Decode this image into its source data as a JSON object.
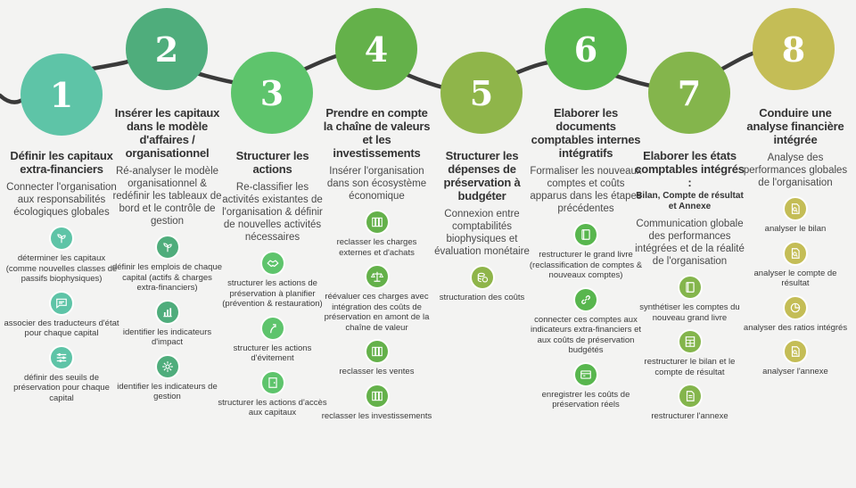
{
  "colors": {
    "wave": "#3a3a3a",
    "background": "#f3f3f2"
  },
  "steps": [
    {
      "number": "1",
      "color": "#5ec4a7",
      "title": "Définir les capitaux extra-financiers",
      "subtitle": "",
      "description": "Connecter l'organisation aux responsabilités écologiques globales",
      "items": [
        {
          "icon": "plant-icon",
          "label": "déterminer les capitaux (comme nouvelles classes de passifs biophysiques)"
        },
        {
          "icon": "chat-icon",
          "label": "associer des traducteurs d'état pour chaque capital"
        },
        {
          "icon": "sliders-icon",
          "label": "définir des seuils de préservation pour chaque capital"
        }
      ]
    },
    {
      "number": "2",
      "color": "#4fad7c",
      "title": "Insérer les capitaux dans le modèle d'affaires / organisationnel",
      "subtitle": "",
      "description": "Ré-analyser le modèle organisationnel & redéfinir les tableaux de bord et le contrôle de gestion",
      "items": [
        {
          "icon": "plant-icon",
          "label": "définir les emplois de chaque capital (actifs & charges extra-financiers)"
        },
        {
          "icon": "bar-chart-icon",
          "label": "identifier les indicateurs d'impact"
        },
        {
          "icon": "gear-icon",
          "label": "identifier les indicateurs de gestion"
        }
      ]
    },
    {
      "number": "3",
      "color": "#5ec46c",
      "title": "Structurer les actions",
      "subtitle": "",
      "description": "Re-classifier les activités existantes de l'organisation & définir de nouvelles activités nécessaires",
      "items": [
        {
          "icon": "handshake-icon",
          "label": "structurer les actions de préservation à planifier (prévention & restauration)"
        },
        {
          "icon": "arrow-icon",
          "label": "structurer les actions d'évitement"
        },
        {
          "icon": "door-icon",
          "label": "structurer les actions d'accès aux capitaux"
        }
      ]
    },
    {
      "number": "4",
      "color": "#64b14a",
      "title": "Prendre en compte la chaîne de valeurs et les investissements",
      "subtitle": "",
      "description": "Insérer l'organisation dans son écosystème économique",
      "items": [
        {
          "icon": "binders-icon",
          "label": "reclasser les charges externes et d'achats"
        },
        {
          "icon": "scale-icon",
          "label": "réévaluer ces charges avec intégration des coûts de préservation en amont de la chaîne de valeur"
        },
        {
          "icon": "binders-icon",
          "label": "reclasser les ventes"
        },
        {
          "icon": "binders-icon",
          "label": "reclasser les investissements"
        }
      ]
    },
    {
      "number": "5",
      "color": "#8fb54a",
      "title": "Structurer les dépenses de préservation à budgéter",
      "subtitle": "",
      "description": "Connexion entre comptabilités biophysiques et évaluation monétaire",
      "items": [
        {
          "icon": "coins-icon",
          "label": "structuration des coûts"
        }
      ]
    },
    {
      "number": "6",
      "color": "#58b64e",
      "title": "Elaborer les documents comptables internes intégratifs",
      "subtitle": "",
      "description": "Formaliser les nouveaux comptes et coûts apparus dans les étapes précédentes",
      "items": [
        {
          "icon": "book-icon",
          "label": "restructurer le grand livre (reclassification de comptes & nouveaux comptes)"
        },
        {
          "icon": "link-icon",
          "label": "connecter ces comptes aux indicateurs extra-financiers et aux coûts de préservation budgétés"
        },
        {
          "icon": "register-icon",
          "label": "enregistrer les coûts de préservation réels"
        }
      ]
    },
    {
      "number": "7",
      "color": "#84b54c",
      "title": "Elaborer les états comptables intégrés :",
      "subtitle": "Bilan, Compte de résultat et Annexe",
      "description": "Communication globale des performances intégrées et de la réalité de l'organisation",
      "items": [
        {
          "icon": "book-icon",
          "label": "synthétiser les comptes du nouveau grand livre"
        },
        {
          "icon": "spreadsheet-icon",
          "label": "restructurer le bilan et le compte de résultat"
        },
        {
          "icon": "document-icon",
          "label": "restructurer l'annexe"
        }
      ]
    },
    {
      "number": "8",
      "color": "#c4bd56",
      "title": "Conduire une analyse financière intégrée",
      "subtitle": "",
      "description": "Analyse des performances globales de l'organisation",
      "items": [
        {
          "icon": "analysis-doc-icon",
          "label": "analyser le bilan"
        },
        {
          "icon": "analysis-doc-icon",
          "label": "analyser le compte de résultat"
        },
        {
          "icon": "pie-chart-icon",
          "label": "analyser des ratios intégrés"
        },
        {
          "icon": "analysis-doc-icon",
          "label": "analyser l'annexe"
        }
      ]
    }
  ]
}
